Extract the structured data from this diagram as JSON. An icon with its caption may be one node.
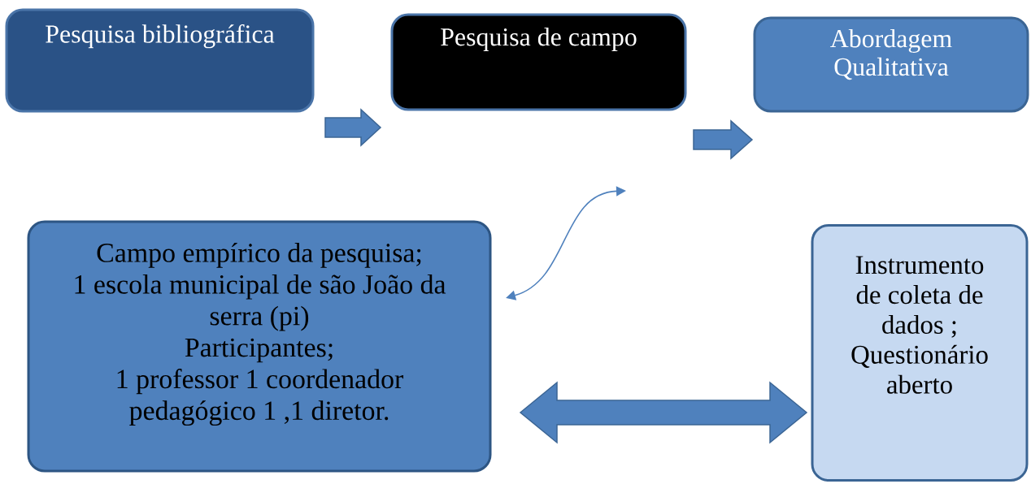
{
  "diagram": {
    "nodes": [
      {
        "text": [
          "Pesquisa bibliográfica"
        ]
      },
      {
        "text": [
          "Pesquisa de campo"
        ]
      },
      {
        "text": [
          "Abordagem Qualitativa"
        ]
      },
      {
        "text": [
          "Campo empírico da pesquisa;",
          "1 escola municipal de são João da serra (pi)",
          "Participantes;",
          "1 professor 1 coordenador pedagógico 1 ,1 diretor."
        ]
      },
      {
        "text": [
          "Instrumento de  coleta de dados ;",
          "Questionário aberto"
        ]
      }
    ],
    "edges": [
      {
        "from": 0,
        "to": 1,
        "arrow": "to"
      },
      {
        "from": 1,
        "to": 2,
        "arrow": "to"
      },
      {
        "from": 3,
        "to": null,
        "arrow": "both"
      },
      {
        "from": 3,
        "to": 4,
        "arrow": "both"
      }
    ]
  }
}
